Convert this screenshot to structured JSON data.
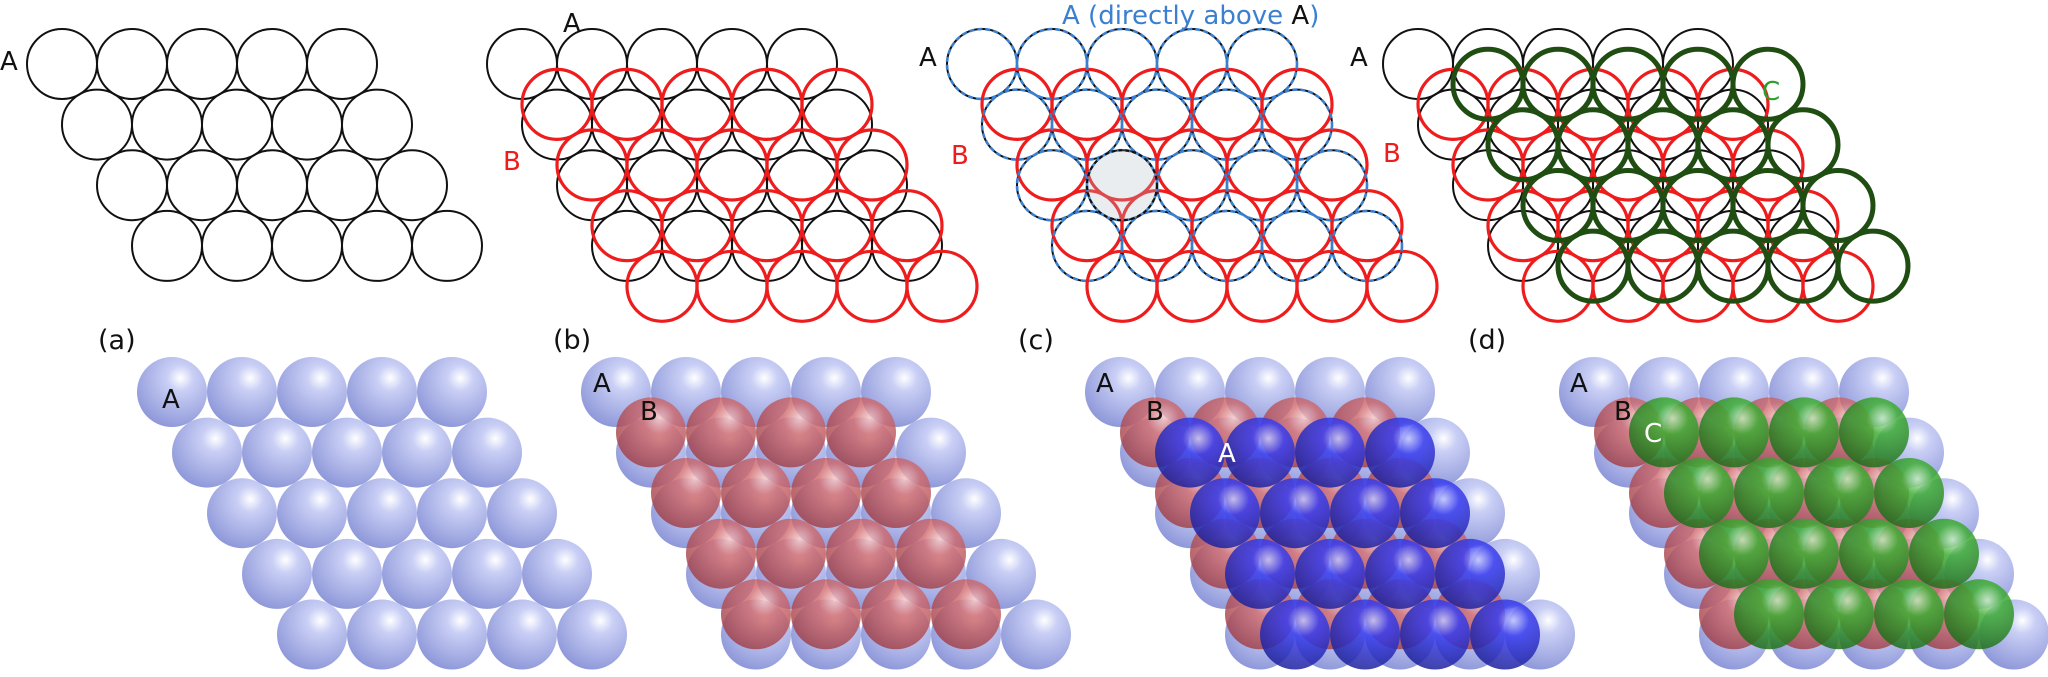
{
  "panels": [
    {
      "id": "a",
      "caption": "(a)",
      "outline_labels": [
        "A"
      ],
      "sphere_labels": [
        "A"
      ],
      "layers": [
        "A"
      ]
    },
    {
      "id": "b",
      "caption": "(b)",
      "outline_labels": [
        "A",
        "B"
      ],
      "sphere_labels": [
        "A",
        "B"
      ],
      "layers": [
        "A",
        "B"
      ]
    },
    {
      "id": "c",
      "caption": "(c)",
      "outline_labels": [
        "A",
        "B"
      ],
      "top_label_parts": [
        "A (directly above ",
        "A",
        ")"
      ],
      "sphere_labels": [
        "A",
        "B",
        "A"
      ],
      "layers": [
        "A",
        "B",
        "A"
      ]
    },
    {
      "id": "d",
      "caption": "(d)",
      "outline_labels": [
        "A",
        "B",
        "C"
      ],
      "sphere_labels": [
        "A",
        "B",
        "C"
      ],
      "layers": [
        "A",
        "B",
        "C"
      ]
    }
  ],
  "colors": {
    "layer_A_outline": "#111111",
    "layer_B_outline": "#ee1c1c",
    "layer_A_top_outline": "#3a7fd0",
    "layer_C_outline": "#1f4d12",
    "label_B": "#ee1c1c",
    "label_A_top": "#3a7fd0",
    "label_C": "#2aa02a",
    "sphere_A": "#aeb6ec",
    "sphere_B": "#c9555a",
    "sphere_A_top": "#2a2fd8",
    "sphere_C": "#2f9a2a",
    "label_on_dark": "#ffffff"
  }
}
